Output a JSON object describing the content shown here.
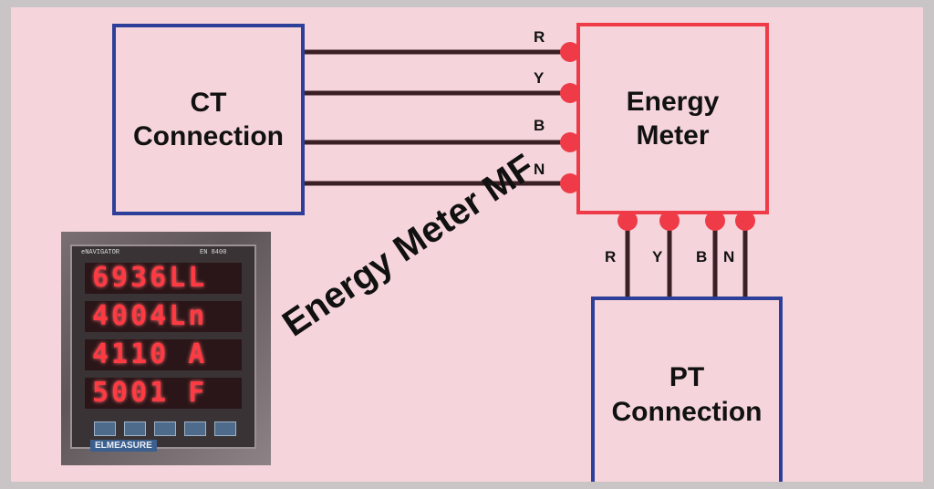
{
  "ct_box": {
    "line1": "CT",
    "line2": "Connection"
  },
  "meter_box": {
    "line1": "Energy",
    "line2": "Meter"
  },
  "pt_box": {
    "line1": "PT",
    "line2": "Connection"
  },
  "ct_lines": [
    "R",
    "Y",
    "B",
    "N"
  ],
  "pt_lines": [
    "R",
    "Y",
    "B",
    "N"
  ],
  "title": "Energy Meter MF",
  "photo": {
    "header_left": "eNAVIGATOR",
    "header_right": "EN 8400",
    "readings": [
      "6936LL",
      "4004Ln",
      "4110 A",
      "5001 F"
    ],
    "brand": "ELMEASURE"
  },
  "colors": {
    "background": "#f5d5db",
    "box_blue": "#2e3f9a",
    "meter_red": "#ef3b48",
    "wire": "#3a2024",
    "terminal": "#ef3b48"
  }
}
